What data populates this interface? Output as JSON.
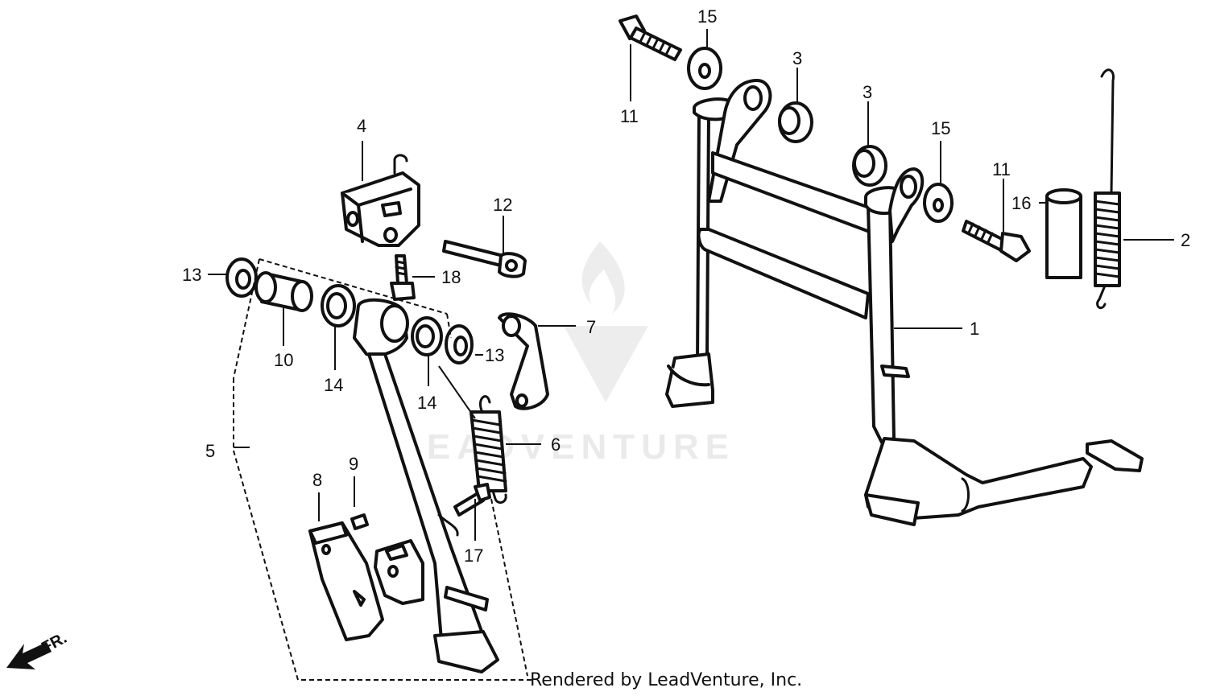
{
  "watermark": {
    "brand_text": "LEADVENTURE"
  },
  "direction_label": "FR.",
  "credit": "Rendered by LeadVenture, Inc.",
  "callouts": [
    {
      "id": "c1",
      "label": "1"
    },
    {
      "id": "c2",
      "label": "2"
    },
    {
      "id": "c3a",
      "label": "3"
    },
    {
      "id": "c3b",
      "label": "3"
    },
    {
      "id": "c4",
      "label": "4"
    },
    {
      "id": "c5",
      "label": "5"
    },
    {
      "id": "c6",
      "label": "6"
    },
    {
      "id": "c7",
      "label": "7"
    },
    {
      "id": "c8",
      "label": "8"
    },
    {
      "id": "c9",
      "label": "9"
    },
    {
      "id": "c10",
      "label": "10"
    },
    {
      "id": "c11a",
      "label": "11"
    },
    {
      "id": "c11b",
      "label": "11"
    },
    {
      "id": "c12",
      "label": "12"
    },
    {
      "id": "c13a",
      "label": "13"
    },
    {
      "id": "c13b",
      "label": "13"
    },
    {
      "id": "c14a",
      "label": "14"
    },
    {
      "id": "c14b",
      "label": "14"
    },
    {
      "id": "c15a",
      "label": "15"
    },
    {
      "id": "c15b",
      "label": "15"
    },
    {
      "id": "c16",
      "label": "16"
    },
    {
      "id": "c17",
      "label": "17"
    },
    {
      "id": "c18",
      "label": "18"
    }
  ]
}
